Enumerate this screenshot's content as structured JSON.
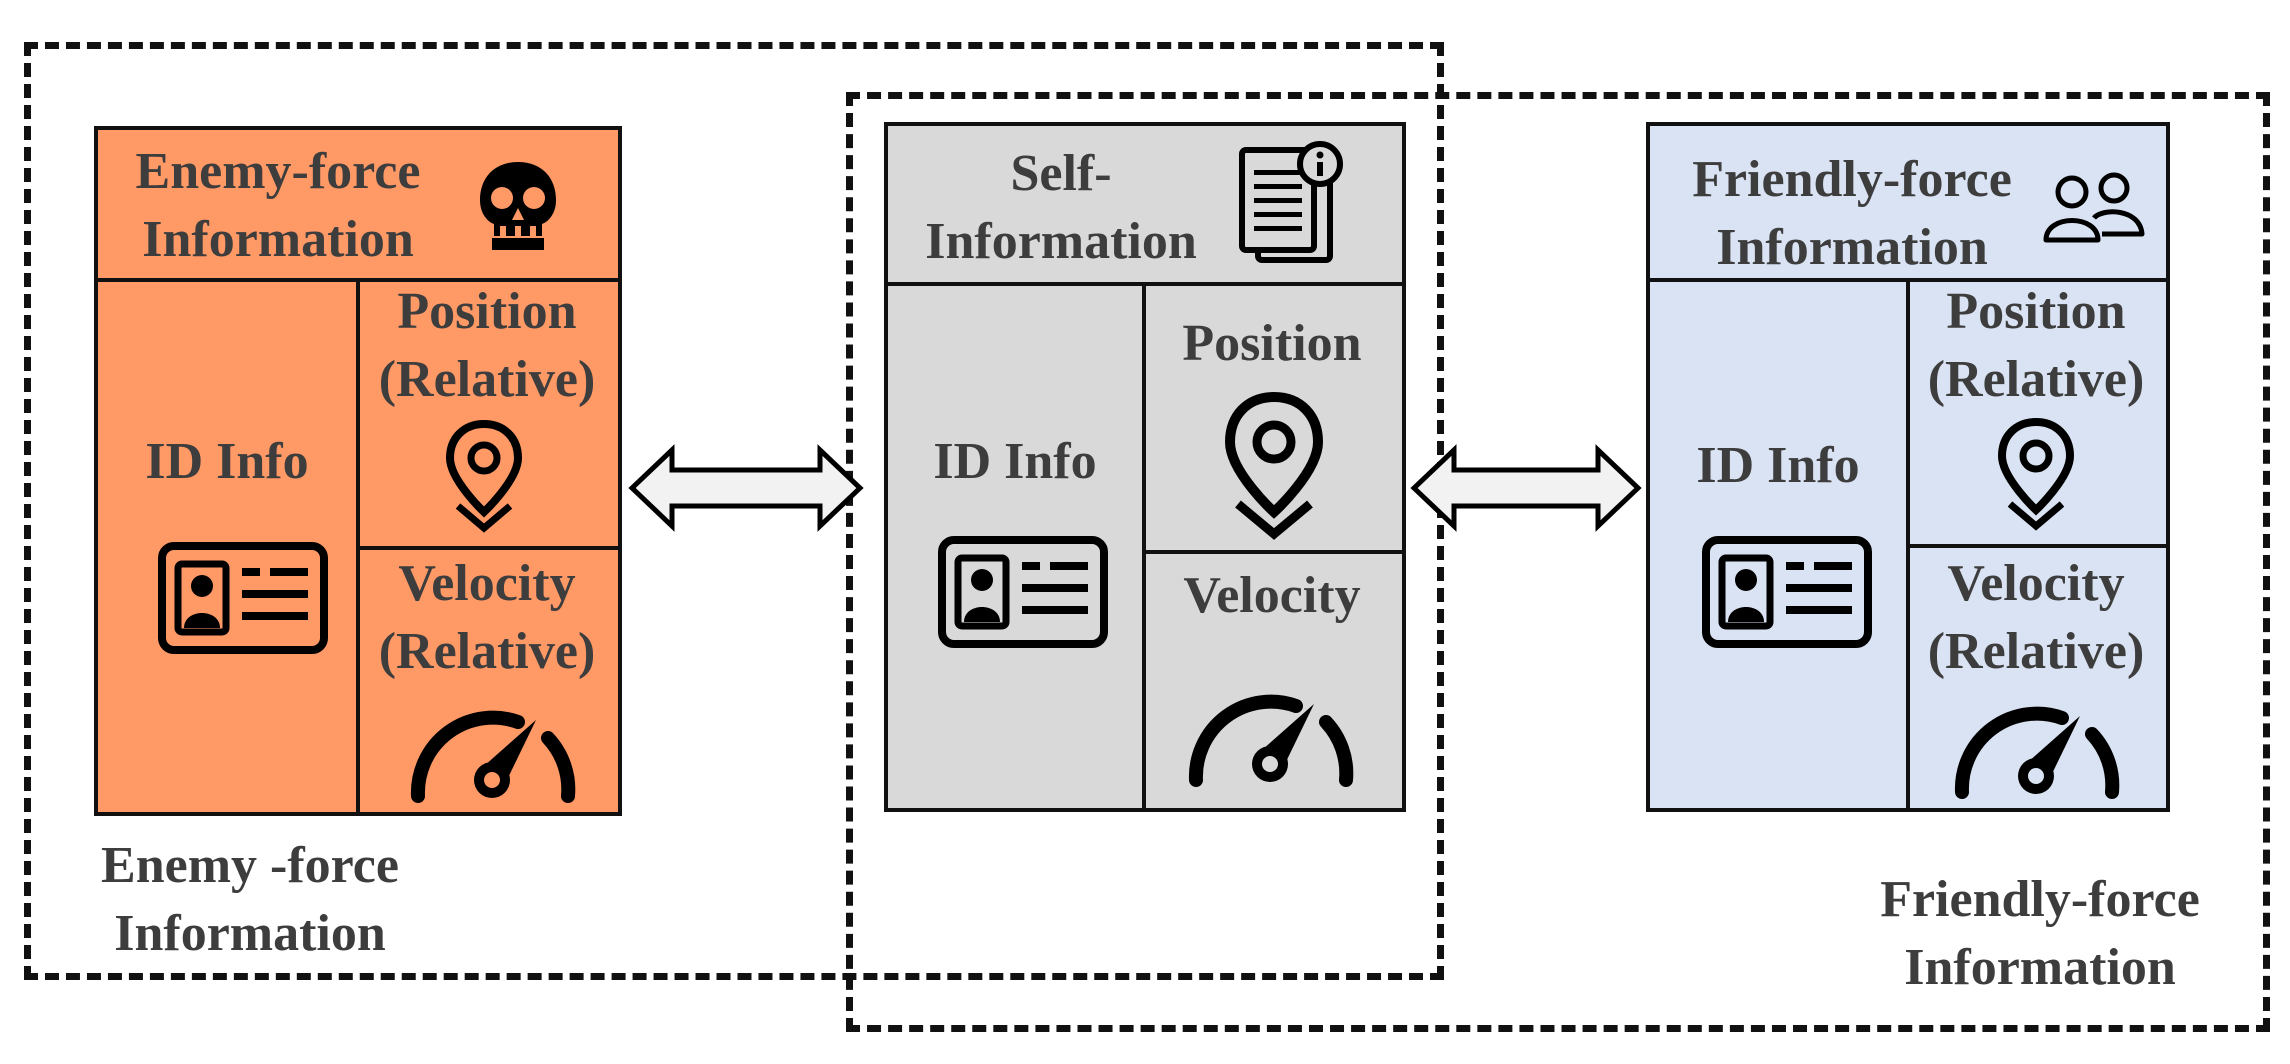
{
  "groups": {
    "enemy_caption_1": "Enemy -force",
    "enemy_caption_2": "Information",
    "friendly_caption_1": "Friendly-force",
    "friendly_caption_2": "Information"
  },
  "enemy_panel": {
    "title_1": "Enemy-force",
    "title_2": "Information",
    "id_label": "ID Info",
    "position_1": "Position",
    "position_2": "(Relative)",
    "velocity_1": "Velocity",
    "velocity_2": "(Relative)",
    "fill": "#FF9966",
    "title_icon": "skull-icon"
  },
  "self_panel": {
    "title_1": "Self-",
    "title_2": "Information",
    "id_label": "ID Info",
    "position": "Position",
    "velocity": "Velocity",
    "fill": "#D9D9D9",
    "title_icon": "document-info-icon"
  },
  "friendly_panel": {
    "title_1": "Friendly-force",
    "title_2": "Information",
    "id_label": "ID Info",
    "position_1": "Position",
    "position_2": "(Relative)",
    "velocity_1": "Velocity",
    "velocity_2": "(Relative)",
    "fill": "#DAE3F3",
    "title_icon": "users-icon"
  },
  "icons": [
    "id-card-icon",
    "location-pin-icon",
    "speedometer-icon",
    "double-arrow-icon"
  ]
}
